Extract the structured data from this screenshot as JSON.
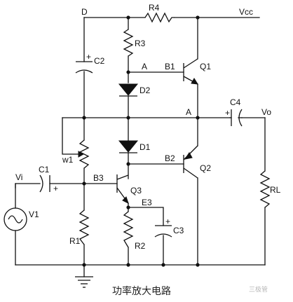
{
  "labels": {
    "D": "D",
    "R4": "R4",
    "Vcc": "Vcc",
    "R3": "R3",
    "C2": "C2",
    "A_top": "A",
    "B1": "B1",
    "Q1": "Q1",
    "D2": "D2",
    "C4": "C4",
    "A_mid": "A",
    "Vo": "Vo",
    "D1": "D1",
    "w1": "w1",
    "B2": "B2",
    "Q2": "Q2",
    "Vi": "Vi",
    "C1": "C1",
    "B3": "B3",
    "Q3": "Q3",
    "E3": "E3",
    "RL": "RL",
    "V1": "V1",
    "C3": "C3",
    "R1": "R1",
    "R2": "R2",
    "plus_c2": "+",
    "plus_c4": "+",
    "plus_c1": "+",
    "plus_c3": "+"
  },
  "caption": "功率放大电路",
  "watermark": "三极管",
  "colors": {
    "ink": "#111111",
    "background": "#ffffff"
  }
}
